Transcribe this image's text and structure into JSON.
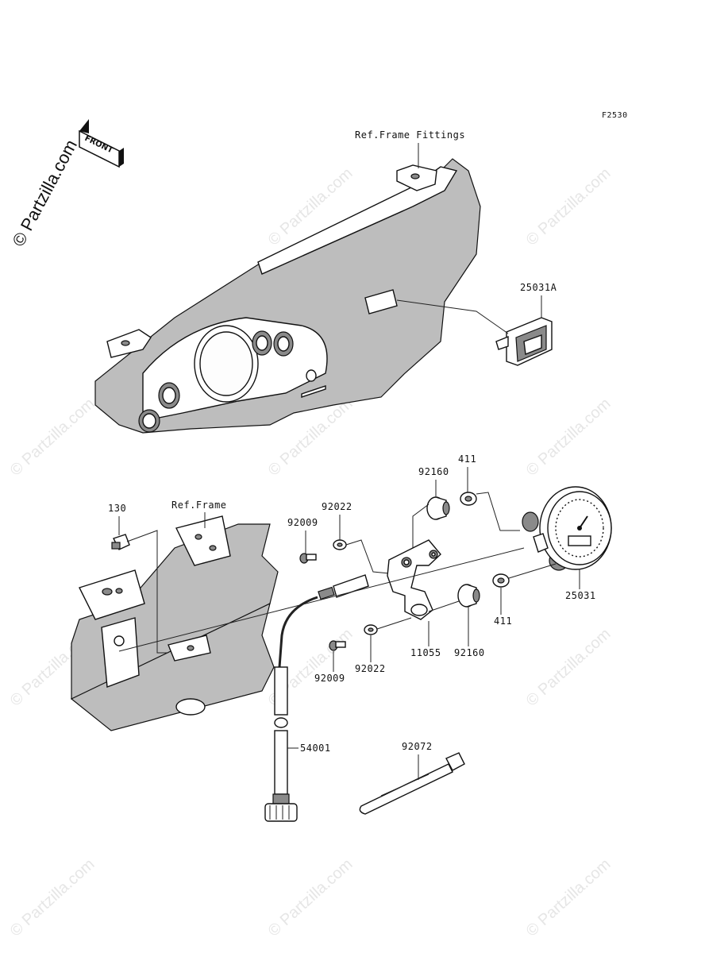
{
  "figure_code": "F2530",
  "copyright": "© Partzilla.com",
  "watermark": "© Partzilla.com",
  "front_arrow": "FRONT",
  "references": {
    "frame_fittings": "Ref.Frame Fittings",
    "frame": "Ref.Frame"
  },
  "parts": {
    "p25031A": "25031A",
    "p130": "130",
    "p92009_top": "92009",
    "p92022_top": "92022",
    "p92160_top": "92160",
    "p411_top": "411",
    "p25031": "25031",
    "p411_bottom": "411",
    "p92160_bottom": "92160",
    "p11055": "11055",
    "p92022_bottom": "92022",
    "p92009_bottom": "92009",
    "p54001": "54001",
    "p92072": "92072"
  }
}
